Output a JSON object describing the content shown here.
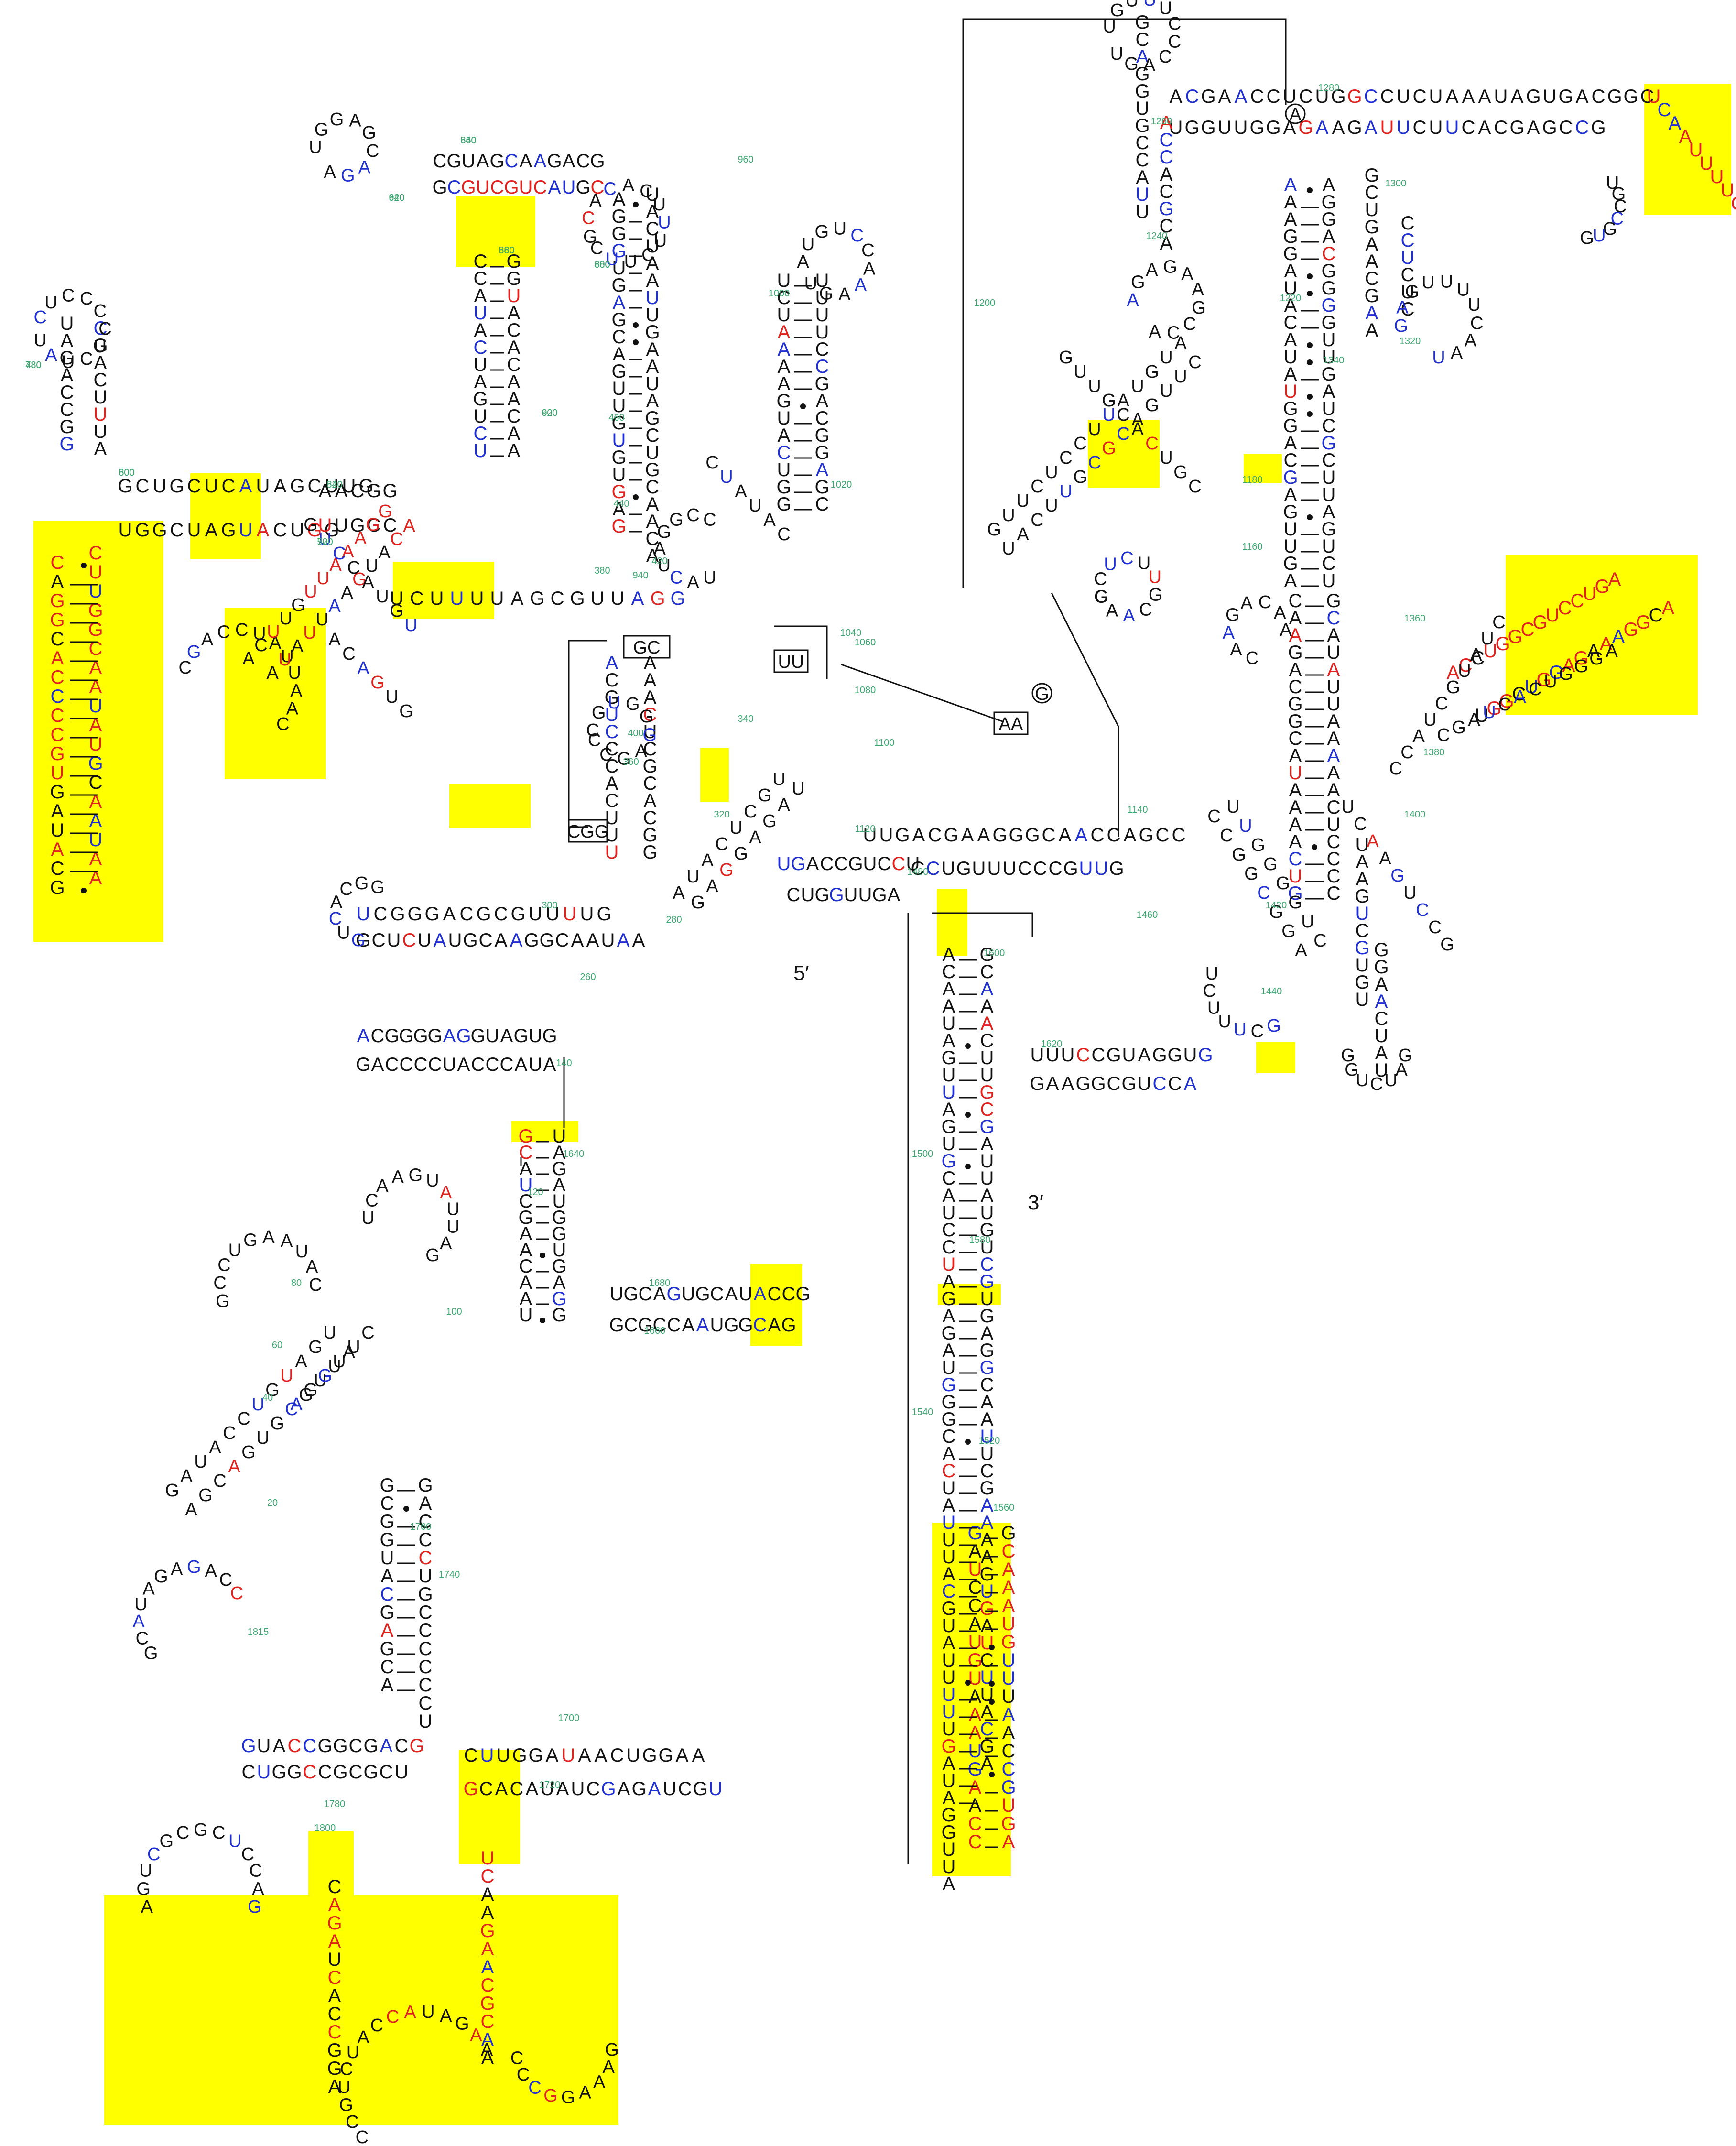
{
  "colors": {
    "highlight": "#ffff00",
    "nt_black": "#111111",
    "nt_blue": "#1f2fd0",
    "nt_red": "#e0221f",
    "nt_grey": "#9a9a9a",
    "numbering": "#3aa56e",
    "line": "#111111"
  },
  "end_labels": {
    "five_prime": "5′",
    "three_prime": "3′"
  },
  "tertiary_boxes": [
    "GC",
    "CGG",
    "UU",
    "AA",
    "G",
    "A"
  ],
  "position_numbers": [
    {
      "text": "780"
    },
    {
      "text": "800"
    },
    {
      "text": "700"
    },
    {
      "text": "820"
    },
    {
      "text": "840"
    },
    {
      "text": "860"
    },
    {
      "text": "880"
    },
    {
      "text": "900"
    },
    {
      "text": "920"
    },
    {
      "text": "940"
    },
    {
      "text": "960"
    },
    {
      "text": "1000"
    },
    {
      "text": "1020"
    },
    {
      "text": "1040"
    },
    {
      "text": "1060"
    },
    {
      "text": "1080"
    },
    {
      "text": "1100"
    },
    {
      "text": "1120"
    },
    {
      "text": "1140"
    },
    {
      "text": "1160"
    },
    {
      "text": "1180"
    },
    {
      "text": "1200"
    },
    {
      "text": "1220"
    },
    {
      "text": "1240"
    },
    {
      "text": "1260"
    },
    {
      "text": "1280"
    },
    {
      "text": "1300"
    },
    {
      "text": "1320"
    },
    {
      "text": "1340"
    },
    {
      "text": "1360"
    },
    {
      "text": "1380"
    },
    {
      "text": "1400"
    },
    {
      "text": "1420"
    },
    {
      "text": "1440"
    },
    {
      "text": "1460"
    },
    {
      "text": "1480"
    },
    {
      "text": "1500"
    },
    {
      "text": "1520"
    },
    {
      "text": "1540"
    },
    {
      "text": "1560"
    },
    {
      "text": "1580"
    },
    {
      "text": "1600"
    },
    {
      "text": "1620"
    },
    {
      "text": "1640"
    },
    {
      "text": "1660"
    },
    {
      "text": "1680"
    },
    {
      "text": "1700"
    },
    {
      "text": "1720"
    },
    {
      "text": "1740"
    },
    {
      "text": "1760"
    },
    {
      "text": "1780"
    },
    {
      "text": "1800"
    },
    {
      "text": "1815"
    },
    {
      "text": "20"
    },
    {
      "text": "40"
    },
    {
      "text": "60"
    },
    {
      "text": "80"
    },
    {
      "text": "100"
    },
    {
      "text": "120"
    },
    {
      "text": "140"
    },
    {
      "text": "260"
    },
    {
      "text": "280"
    },
    {
      "text": "300"
    },
    {
      "text": "320"
    },
    {
      "text": "340"
    },
    {
      "text": "360"
    },
    {
      "text": "380"
    },
    {
      "text": "400"
    },
    {
      "text": "420"
    },
    {
      "text": "440"
    },
    {
      "text": "460"
    },
    {
      "text": "480"
    },
    {
      "text": "500"
    },
    {
      "text": "520"
    },
    {
      "text": "540"
    },
    {
      "text": "560"
    },
    {
      "text": "580"
    },
    {
      "text": "600"
    },
    {
      "text": "620"
    },
    {
      "text": "640"
    }
  ],
  "helix_texts": [
    {
      "text": "GCUGCUCAUAGCUUG"
    },
    {
      "text": "UGGCUAGUACUGG"
    },
    {
      "text": "AACGG"
    },
    {
      "text": "UUGCC"
    },
    {
      "text": "CGUAGCAAGACG"
    },
    {
      "text": "GCGUCGUCAUGC"
    },
    {
      "text": "UCUUUUAGCGUUAGG"
    },
    {
      "text": "UCGGGACGCGUUUUG"
    },
    {
      "text": "GCUCUAUGCAAGGCAAUAA"
    },
    {
      "text": "ACGGGGAGGUAGUG"
    },
    {
      "text": "GACCCCUACCCAUA"
    },
    {
      "text": "UGCAGUGCAUACCG"
    },
    {
      "text": "GCGCCAAUGGCAG"
    },
    {
      "text": "GUACCGGCGACG"
    },
    {
      "text": "CUGGCCGCGCU"
    },
    {
      "text": "CUUGGAUAACUGGAA"
    },
    {
      "text": "GCACAUAUCGAGAUCGU"
    },
    {
      "text": "UUGACGAAGGGCAACCAGCC"
    },
    {
      "text": "CCUGUUUCCCGUUG"
    },
    {
      "text": "UGACCGUCCU"
    },
    {
      "text": "CUGGUUGA"
    },
    {
      "text": "UUUCCGUAGGUG"
    },
    {
      "text": "GAAGGCGUCCA"
    },
    {
      "text": "ACGAACCUCUGGCCUCUAAAUAGUGACGGC"
    },
    {
      "text": "UGGUUGGAGAAGAUUCUUCACGAGCCG"
    },
    {
      "text": "UCAAUUUUCG"
    },
    {
      "text": "ACCUGGCGUCCUGA"
    },
    {
      "text": "UGGCUGGAGAAAGGCA"
    }
  ]
}
